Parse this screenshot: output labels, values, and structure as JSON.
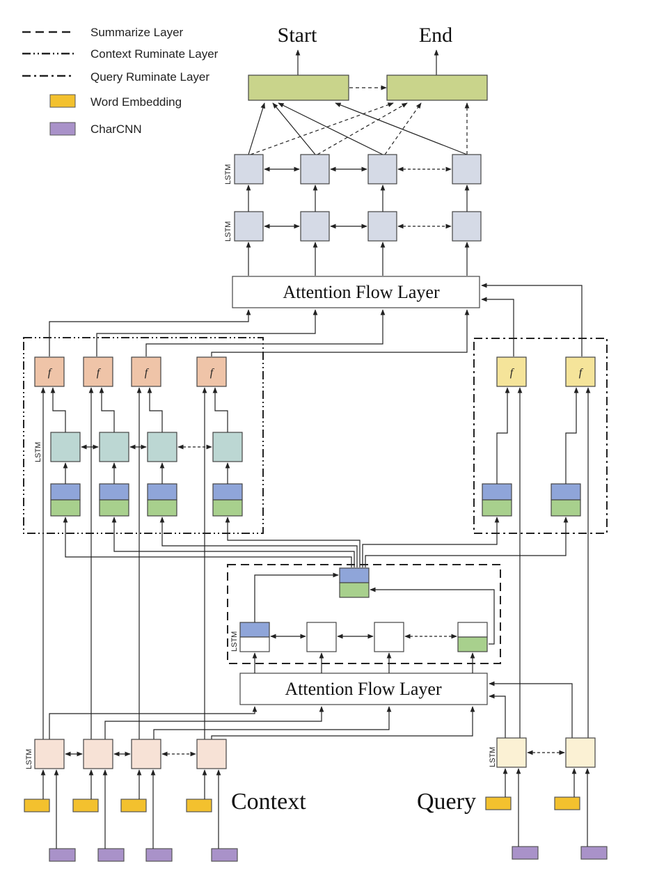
{
  "legend": {
    "summarize": "Summarize Layer",
    "context_ruminate": "Context Ruminate Layer",
    "query_ruminate": "Query Ruminate Layer",
    "word_embedding": "Word Embedding",
    "charcnn": "CharCNN"
  },
  "outputs": {
    "start": "Start",
    "end": "End"
  },
  "attention_upper": "Attention Flow Layer",
  "attention_lower": "Attention Flow Layer",
  "lstm_label": "LSTM",
  "gate_label": "f",
  "context_label": "Context",
  "query_label": "Query",
  "colors": {
    "output": "#c9d48b",
    "model_lstm": "#d5dae6",
    "context_gate": "#efc4a8",
    "query_gate": "#f5e49a",
    "ruminate_lstm": "#bcd7d3",
    "blue": "#8fa5d9",
    "green": "#a8d08d",
    "context_lstm": "#f7e2d6",
    "query_lstm": "#fbf1d4",
    "word_embedding": "#f3c12e",
    "charcnn": "#a992c9"
  }
}
